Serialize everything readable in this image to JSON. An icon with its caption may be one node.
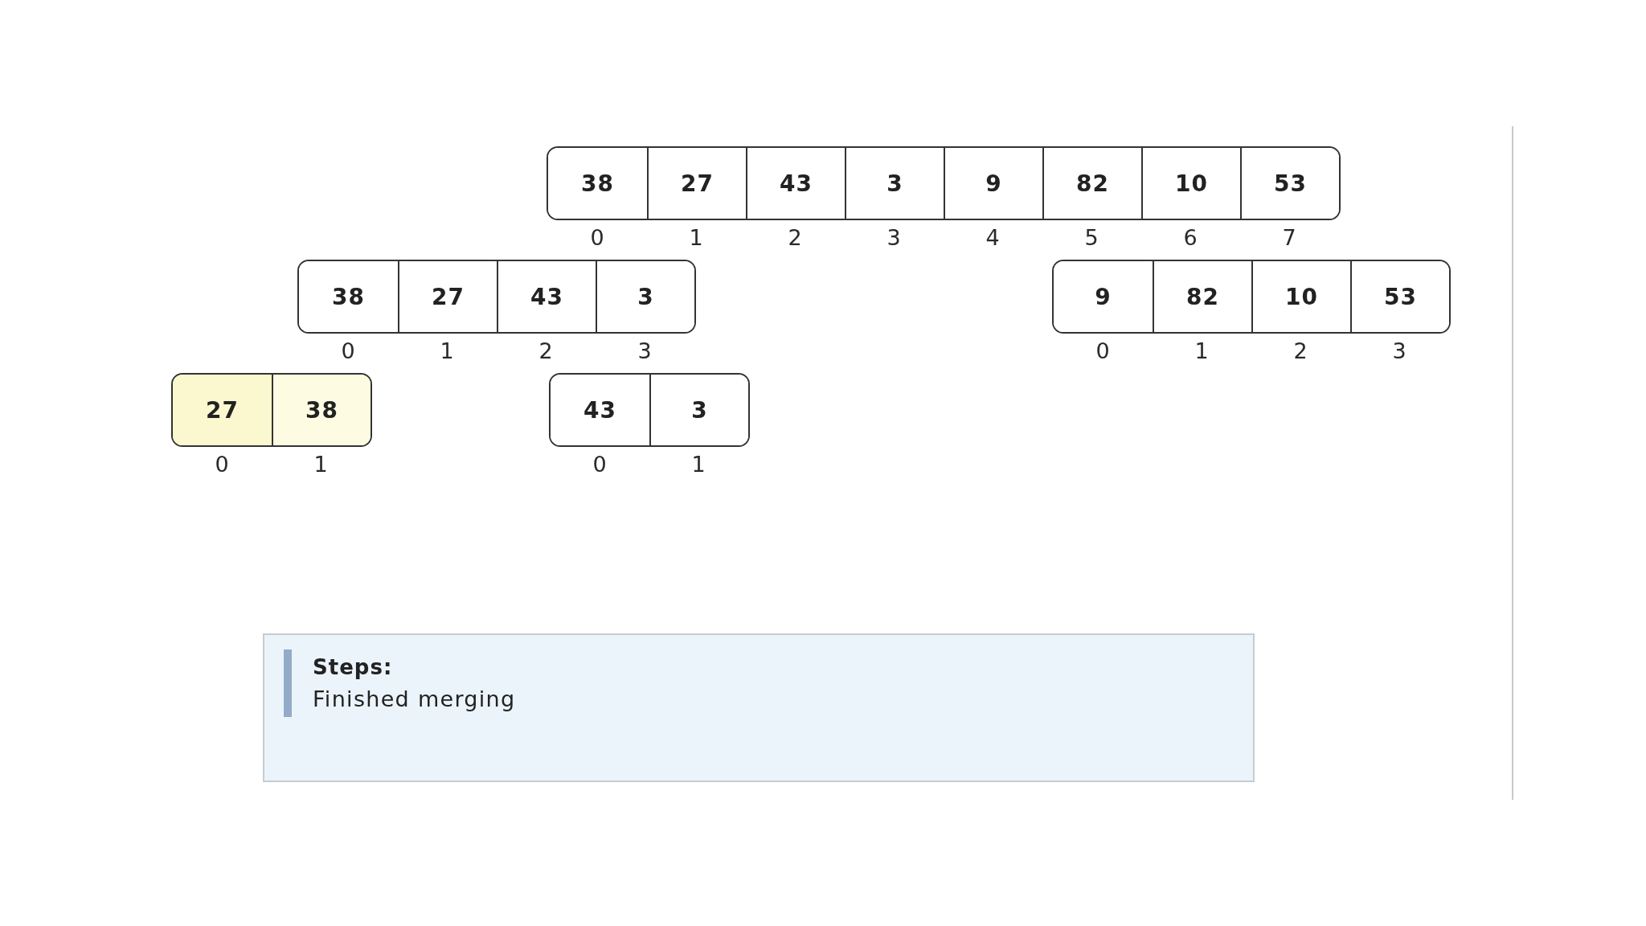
{
  "diagram": {
    "nodes": [
      {
        "text": [],
        "shape": "box"
      },
      {
        "text": [
          "38"
        ],
        "in": 0,
        "beside": [
          "0"
        ]
      },
      {
        "text": [
          "27"
        ],
        "in": 0,
        "beside": [
          "1"
        ]
      },
      {
        "text": [
          "43"
        ],
        "in": 0,
        "beside": [
          "2"
        ]
      },
      {
        "text": [
          "3"
        ],
        "in": 0,
        "beside": [
          "3"
        ]
      },
      {
        "text": [
          "9"
        ],
        "in": 0,
        "beside": [
          "4"
        ]
      },
      {
        "text": [
          "82"
        ],
        "in": 0,
        "beside": [
          "5"
        ]
      },
      {
        "text": [
          "10"
        ],
        "in": 0,
        "beside": [
          "6"
        ]
      },
      {
        "text": [
          "53"
        ],
        "in": 0,
        "beside": [
          "7"
        ]
      },
      {
        "text": [],
        "shape": "box"
      },
      {
        "text": [
          "38"
        ],
        "in": 9,
        "beside": [
          "0"
        ]
      },
      {
        "text": [
          "27"
        ],
        "in": 9,
        "beside": [
          "1"
        ]
      },
      {
        "text": [
          "43"
        ],
        "in": 9,
        "beside": [
          "2"
        ]
      },
      {
        "text": [
          "3"
        ],
        "in": 9,
        "beside": [
          "3"
        ]
      },
      {
        "text": [],
        "shape": "box"
      },
      {
        "text": [
          "9"
        ],
        "in": 14,
        "beside": [
          "0"
        ]
      },
      {
        "text": [
          "82"
        ],
        "in": 14,
        "beside": [
          "1"
        ]
      },
      {
        "text": [
          "10"
        ],
        "in": 14,
        "beside": [
          "2"
        ]
      },
      {
        "text": [
          "53"
        ],
        "in": 14,
        "beside": [
          "3"
        ]
      },
      {
        "text": [],
        "shape": "box"
      },
      {
        "text": [
          "27"
        ],
        "in": 19,
        "beside": [
          "0"
        ]
      },
      {
        "text": [
          "38"
        ],
        "in": 19,
        "beside": [
          "1"
        ]
      },
      {
        "text": [],
        "shape": "box"
      },
      {
        "text": [
          "43"
        ],
        "in": 22,
        "beside": [
          "0"
        ]
      },
      {
        "text": [
          "3"
        ],
        "in": 22,
        "beside": [
          "1"
        ]
      },
      {
        "text": [
          "Steps:",
          "Finished merging"
        ]
      }
    ]
  }
}
